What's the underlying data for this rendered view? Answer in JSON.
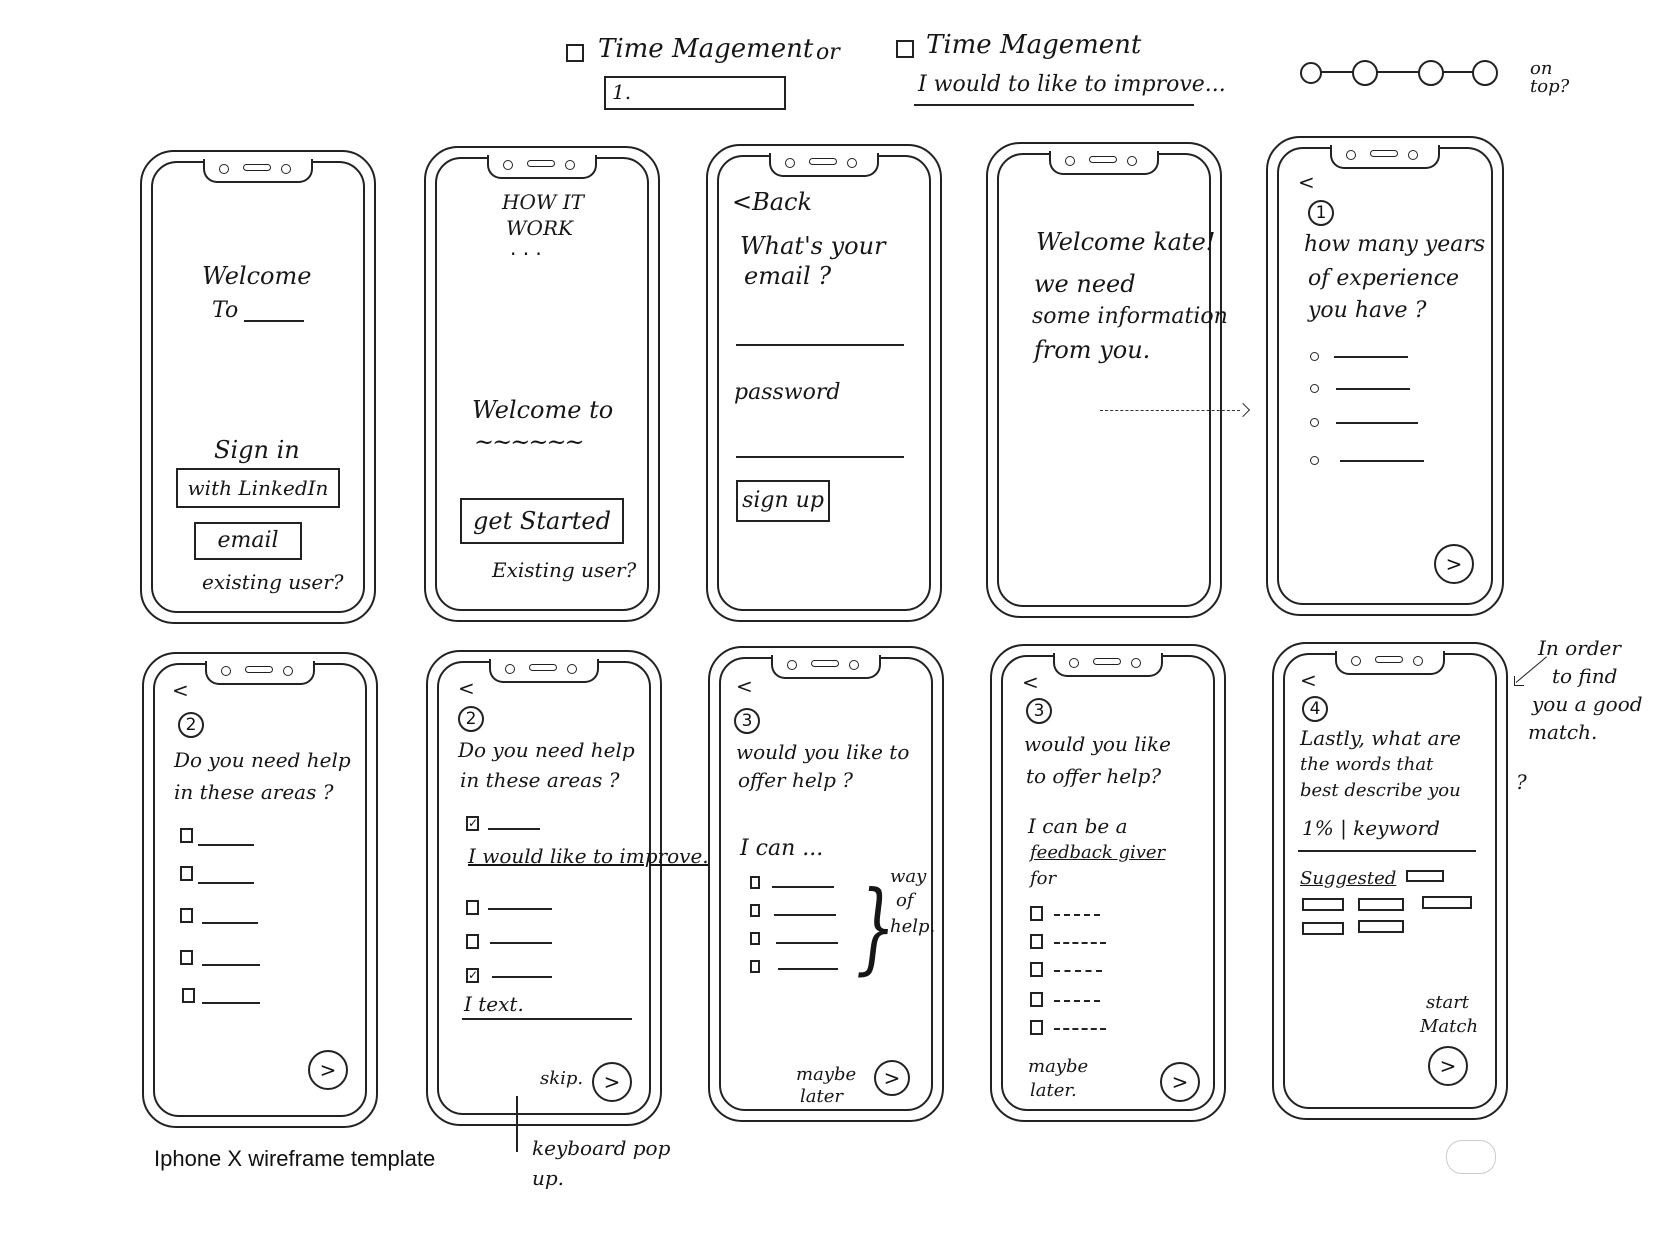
{
  "top_notes": {
    "option_a": "Time Magement",
    "or": "or",
    "option_b": "Time Magement",
    "input_value": "1.",
    "improve": "I would to like to improve...",
    "on_top": "on top?"
  },
  "screens": {
    "s1": {
      "welcome": "Welcome",
      "to": "To",
      "signin": "Sign in",
      "linkedin": "with LinkedIn",
      "email": "email",
      "existing": "existing user?"
    },
    "s2": {
      "how": "HOW IT",
      "work": "WORK",
      "dots": "· · ·",
      "welcome": "Welcome to",
      "squiggle": "~~~~~~",
      "get_started": "get Started",
      "existing": "Existing user?"
    },
    "s3": {
      "back": "<Back",
      "q1": "What's your",
      "q2": "email ?",
      "password": "password",
      "signup": "sign up"
    },
    "s4": {
      "l1": "Welcome kate!",
      "l2": "we need",
      "l3": "some information",
      "l4": "from you."
    },
    "s5": {
      "back": "<",
      "num": "1",
      "q1": "how many years",
      "q2": "of experience",
      "q3": "you have ?",
      "next": ">"
    },
    "s6": {
      "back": "<",
      "num": "2",
      "q1": "Do you need help",
      "q2": "in these areas ?",
      "next": ">"
    },
    "s7": {
      "back": "<",
      "num": "2",
      "q1": "Do you need help",
      "q2": "in these areas ?",
      "check": "✓",
      "improve": "I would like to improve...",
      "text": "I text.",
      "skip": "skip.",
      "next": ">"
    },
    "s8": {
      "back": "<",
      "num": "3",
      "q1": "would you like to",
      "q2": "offer help ?",
      "ican": "I can ...",
      "way1": "way",
      "way2": "of",
      "way3": "help.",
      "brace": "}",
      "maybe1": "maybe",
      "maybe2": "later",
      "next": ">"
    },
    "s9": {
      "back": "<",
      "num": "3",
      "q1": "would you like",
      "q2": "to offer help?",
      "l1": "I can be a",
      "l2": "feedback giver",
      "l3": "for",
      "maybe1": "maybe",
      "maybe2": "later.",
      "next": ">"
    },
    "s10": {
      "back": "<",
      "num": "4",
      "q1": "Lastly, what are",
      "q2": "the words that",
      "q3": "best describe you",
      "qmark": "?",
      "kw": "1% | keyword",
      "suggested": "Suggested",
      "start1": "start",
      "start2": "Match",
      "next": ">"
    }
  },
  "side_notes": {
    "order1": "In order",
    "order2": "to find",
    "order3": "you a good",
    "order4": "match.",
    "keyboard1": "keyboard pop",
    "keyboard2": "up."
  },
  "footer": {
    "template_label": "Iphone X wireframe template"
  }
}
